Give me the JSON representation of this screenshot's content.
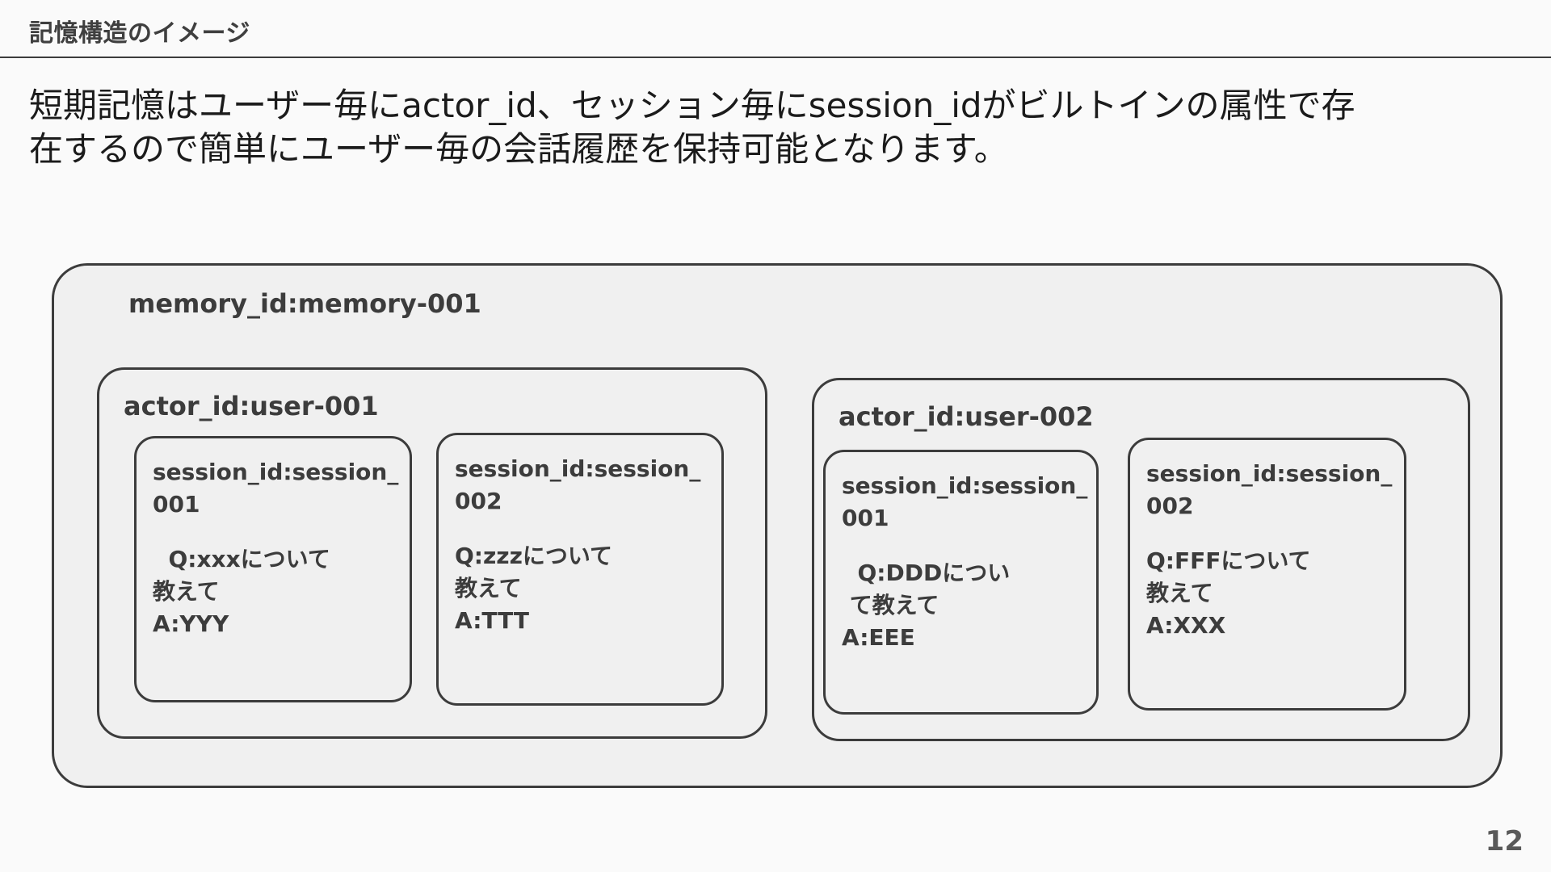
{
  "slide": {
    "title": "記憶構造のイメージ",
    "page_number": "12",
    "body_line_1": "短期記憶はユーザー毎にactor_id、セッション毎にsession_idがビルトインの属性で存",
    "body_line_2": "在するので簡単にユーザー毎の会話履歴を保持可能となります。"
  },
  "diagram": {
    "memory": {
      "label": "memory_id:memory-001"
    },
    "actors": [
      {
        "label": "actor_id:user-001",
        "sessions": [
          {
            "label": "session_id:session_001",
            "body": "  Q:xxxについて\n教えて\nA:YYY"
          },
          {
            "label": "session_id:session_002",
            "body": "Q:zzzについて\n教えて\nA:TTT"
          }
        ]
      },
      {
        "label": "actor_id:user-002",
        "sessions": [
          {
            "label": "session_id:session_001",
            "body": "  Q:DDDについ\n て教えて\nA:EEE"
          },
          {
            "label": "session_id:session_002",
            "body": "Q:FFFについて\n教えて\nA:XXX"
          }
        ]
      }
    ]
  },
  "colors": {
    "page_background": "#fafafa",
    "box_fill": "#f0f0f0",
    "box_border": "#3c3c3c",
    "title_text": "#3f3f3f",
    "body_text": "#1b1b1b"
  }
}
